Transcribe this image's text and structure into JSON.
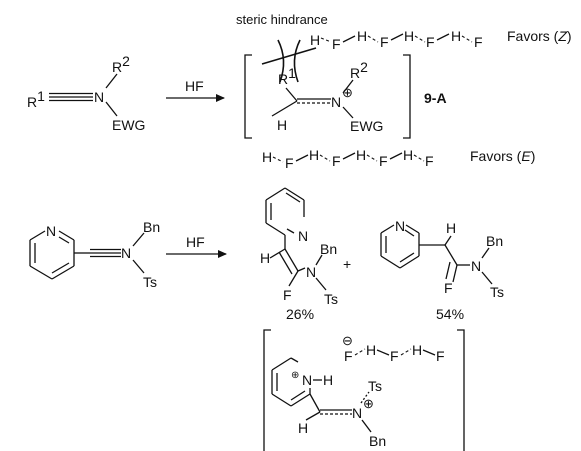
{
  "colors": {
    "ink": "#111111",
    "steric_red": "#e8321e",
    "hydrogen_blue": "#1f4fe0"
  },
  "top_reaction": {
    "steric_label": "steric hindrance",
    "reagent": "HF",
    "reactant": {
      "r1": "R",
      "r1_sup": "1",
      "n": "N",
      "r2": "R",
      "r2_sup": "2",
      "ewg": "EWG"
    },
    "intermediate": {
      "label": "9-A",
      "r1": "R",
      "r1_sup": "1",
      "r2": "R",
      "r2_sup": "2",
      "n": "N",
      "charge": "⊕",
      "h": "H",
      "ewg": "EWG"
    },
    "hf_chain_top": {
      "atoms": [
        "H",
        "F",
        "H",
        "F",
        "H",
        "F",
        "H",
        "F"
      ],
      "caption_prefix": "Favors (",
      "caption_italic": "Z",
      "caption_suffix": ")"
    },
    "hf_chain_bottom": {
      "atoms": [
        "H",
        "F",
        "H",
        "F",
        "H",
        "F",
        "H",
        "F"
      ],
      "caption_prefix": "Favors (",
      "caption_italic": "E",
      "caption_suffix": ")"
    }
  },
  "bottom_reaction": {
    "reagent": "HF",
    "reactant": {
      "pyridine_n": "N",
      "n": "N",
      "bn": "Bn",
      "ts": "Ts"
    },
    "plus": "+",
    "product_z": {
      "pyridine_n": "N",
      "h": "H",
      "n": "N",
      "bn": "Bn",
      "f": "F",
      "ts": "Ts",
      "yield": "26%"
    },
    "product_e": {
      "pyridine_n": "N",
      "h": "H",
      "n": "N",
      "bn": "Bn",
      "f": "F",
      "ts": "Ts",
      "yield": "54%"
    },
    "intermediate": {
      "anion": "⊖",
      "chain": [
        "F",
        "H",
        "F",
        "H",
        "F"
      ],
      "pyridinium_n": "N",
      "pyridinium_h": "H",
      "pyridinium_charge": "⊕",
      "ts": "Ts",
      "n": "N",
      "charge": "⊕",
      "h": "H",
      "bn": "Bn"
    }
  }
}
